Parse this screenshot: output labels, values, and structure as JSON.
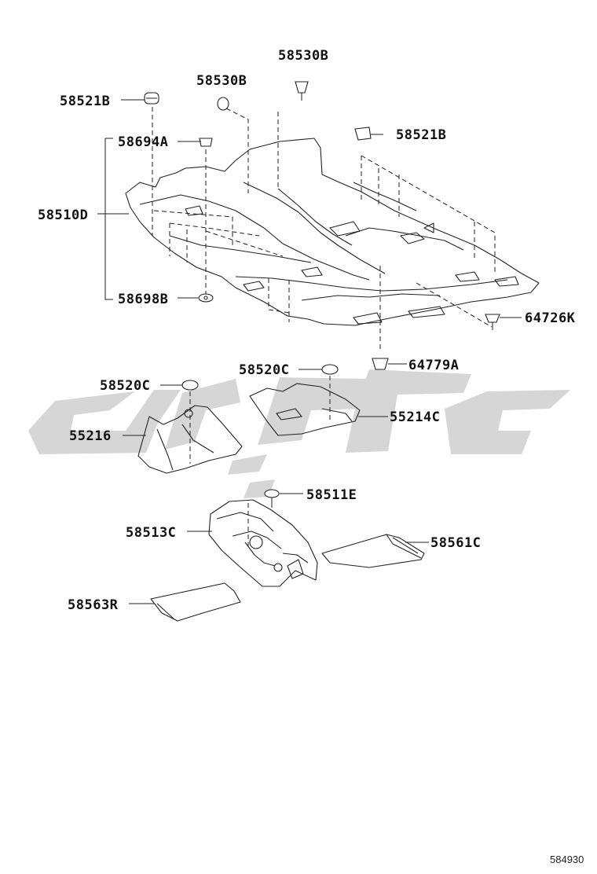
{
  "diagram": {
    "labels": {
      "p58521B_left": "58521B",
      "p58530B_left": "58530B",
      "p58530B_right": "58530B",
      "p58521B_right": "58521B",
      "p58694A": "58694A",
      "p58510D": "58510D",
      "p58698B": "58698B",
      "p64726K": "64726K",
      "p64779A": "64779A",
      "p58520C_left": "58520C",
      "p58520C_right": "58520C",
      "p55214C": "55214C",
      "p55216": "55216",
      "p58511E": "58511E",
      "p58513C": "58513C",
      "p58561C": "58561C",
      "p58563R": "58563R"
    },
    "figure_number": "584930"
  },
  "colors": {
    "line": "#222222",
    "watermark": "#d6d6d6",
    "background": "#ffffff"
  }
}
